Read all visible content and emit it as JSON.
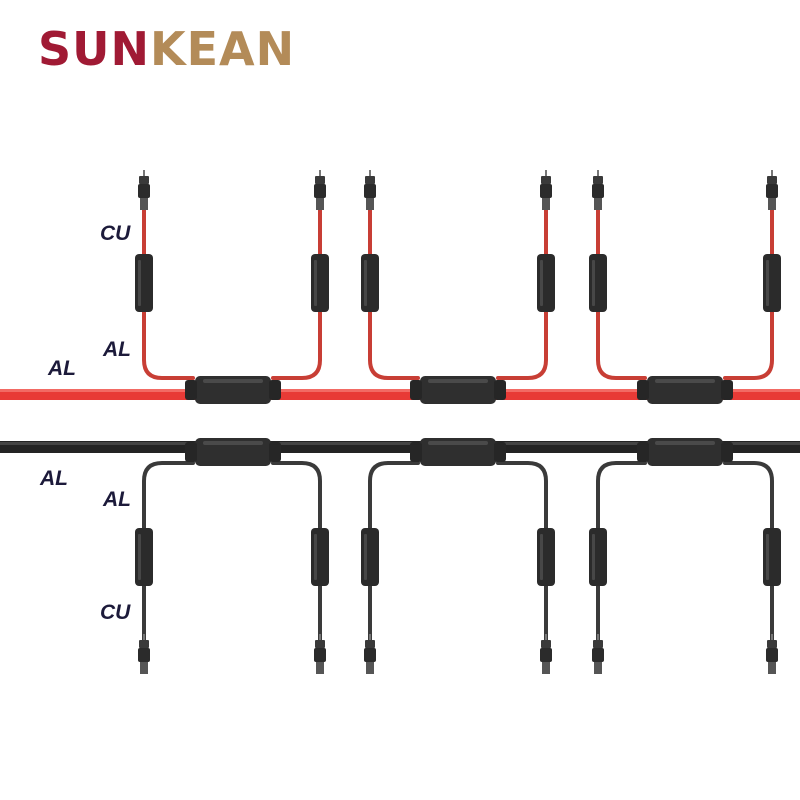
{
  "brand": {
    "part1": "SUN",
    "part2": "KEAN",
    "color1": "#a01a34",
    "color2": "#b38b58"
  },
  "labels": {
    "top_cu": "CU",
    "top_al_branch": "AL",
    "top_al_trunk": "AL",
    "bottom_al_trunk": "AL",
    "bottom_al_branch": "AL",
    "bottom_cu": "CU"
  },
  "colors": {
    "red_cable": "#e83a36",
    "red_branch": "#c83e35",
    "black_cable": "#232323",
    "branch_dark": "#3a3a3a",
    "connector": "#2b2b2b",
    "label": "#1c1a3a"
  }
}
